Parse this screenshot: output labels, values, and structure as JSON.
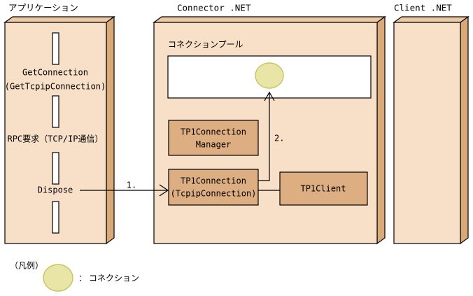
{
  "diagram": {
    "type": "component-sequence-diagram",
    "colors": {
      "box_face": "#F7DFC8",
      "box_side": "#D9A978",
      "box_top": "#EDC9A3",
      "component_fill": "#DDAE81",
      "pool_fill": "#FFFFFF",
      "connection_fill": "#E8E5A6",
      "connection_stroke": "#C8C45F",
      "outline": "#000000",
      "background": "#FFFFFF"
    },
    "columns": [
      {
        "id": "application",
        "title": "アプリケーション",
        "messages": [
          "GetConnection",
          "(GetTcpipConnection)",
          "RPC要求（TCP/IP通信）",
          "Dispose"
        ],
        "activation_bars": 4
      },
      {
        "id": "connector-net",
        "title": "Connector .NET",
        "pool": {
          "label": "コネクションプール",
          "connections": 1
        },
        "components": [
          {
            "id": "tp1connection-manager",
            "lines": [
              "TP1Connection",
              "Manager"
            ]
          },
          {
            "id": "tp1connection",
            "lines": [
              "TP1Connection",
              "(TcpipConnection)"
            ]
          },
          {
            "id": "tp1client",
            "lines": [
              "TP1Client"
            ]
          }
        ]
      },
      {
        "id": "client-net",
        "title": "Client .NET",
        "components": []
      }
    ],
    "arrows": [
      {
        "id": "arrow-dispose",
        "label": "1.",
        "from": "application.Dispose",
        "to": "tp1connection"
      },
      {
        "id": "arrow-return-to-pool",
        "label": "2.",
        "from": "tp1connection",
        "to": "connection-pool"
      }
    ],
    "legend": {
      "heading": "（凡例）",
      "items": [
        {
          "symbol": "connection-circle",
          "separator": "：",
          "label": "コネクション"
        }
      ]
    }
  }
}
